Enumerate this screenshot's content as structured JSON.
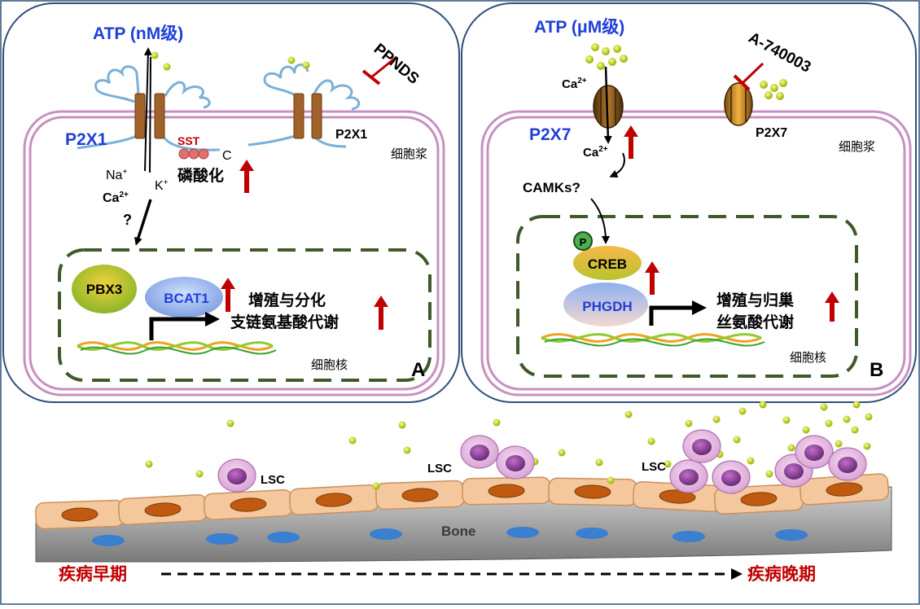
{
  "colors": {
    "outline_blue": "#2f4f78",
    "membrane_purple": "#c890c0",
    "nucleus_green": "#3e5a2b",
    "receptor_name_blue": "#1f3fd8",
    "atp_blue": "#1f3fd8",
    "inhibitor_red": "#c00000",
    "up_arrow_red": "#c00000",
    "disease_red": "#c00000",
    "atp_dot": "#b8c800",
    "bone_gray": "#8c8c8c",
    "osteoblast": "#f4c89c",
    "lsc_purple": "#b060b0"
  },
  "panel_a": {
    "atp_label": "ATP (nM级)",
    "inhibitor_label": "PPNDS",
    "receptor_name": "P2X1",
    "receptor_name_2": "P2X1",
    "sst_label": "SST",
    "c_label": "C",
    "phos_label": "磷酸化",
    "na_label": "Na",
    "na_sup": "+",
    "k_label": "K",
    "k_sup": "+",
    "ca_label": "Ca",
    "ca_sup": "2+",
    "question": "?",
    "cytoplasm_label": "细胞浆",
    "pbx3_label": "PBX3",
    "bcat1_label": "BCAT1",
    "effect_line1": "增殖与分化",
    "effect_line2": "支链氨基酸代谢",
    "nucleus_label": "细胞核",
    "panel_letter": "A"
  },
  "panel_b": {
    "atp_label": "ATP (μM级)",
    "inhibitor_label": "A-740003",
    "receptor_name": "P2X7",
    "receptor_name_2": "P2X7",
    "ca_label_top": "Ca",
    "ca_sup_top": "2+",
    "ca_label_in": "Ca",
    "ca_sup_in": "2+",
    "camks_label": "CAMKs?",
    "cytoplasm_label": "细胞浆",
    "p_label": "P",
    "creb_label": "CREB",
    "phgdh_label": "PHGDH",
    "effect_line1": "增殖与归巢",
    "effect_line2": "丝氨酸代谢",
    "nucleus_label": "细胞核",
    "panel_letter": "B"
  },
  "niche": {
    "lsc_label_1": "LSC",
    "lsc_label_2": "LSC",
    "lsc_label_3": "LSC",
    "bone_label": "Bone",
    "early_label": "疾病早期",
    "late_label": "疾病晚期"
  }
}
